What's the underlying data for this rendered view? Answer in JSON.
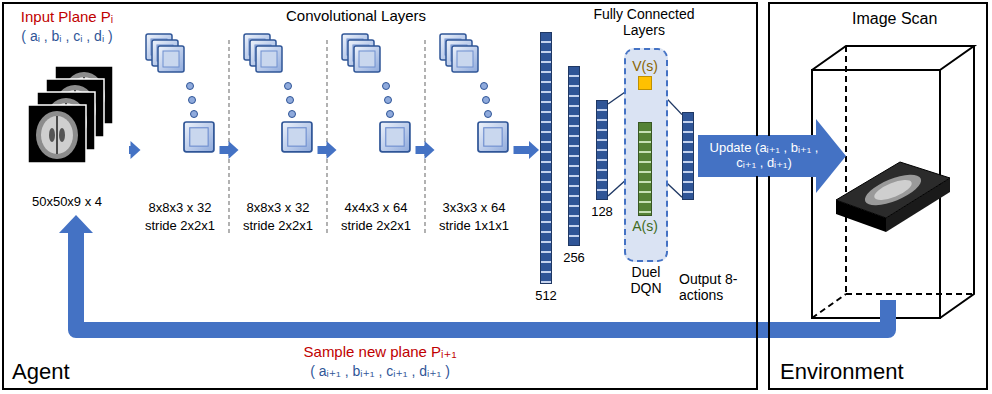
{
  "diagram": {
    "nodes": [
      {
        "text": [
          "Agent"
        ]
      },
      {
        "text": [
          "Input Plane Pᵢ",
          "( aᵢ , bᵢ , cᵢ , dᵢ )",
          "50x50x9 x 4"
        ],
        "in": 0
      },
      {
        "text": [
          "8x8x3 x 32",
          "stride 2x2x1"
        ],
        "in": 0
      },
      {
        "text": [
          "8x8x3 x 32",
          "stride 2x2x1"
        ],
        "in": 0
      },
      {
        "text": [
          "4x4x3 x 64",
          "stride 2x2x1"
        ],
        "in": 0
      },
      {
        "text": [
          "3x3x3 x 64",
          "stride 1x1x1"
        ],
        "in": 0
      },
      {
        "text": [
          "512"
        ],
        "in": 0
      },
      {
        "text": [
          "256"
        ],
        "in": 0
      },
      {
        "text": [
          "128"
        ],
        "in": 0
      },
      {
        "text": [
          "Duel DQN"
        ],
        "in": 0
      },
      {
        "text": [
          "V(s)"
        ],
        "in": 9
      },
      {
        "text": [
          "A(s)"
        ],
        "in": 9
      },
      {
        "text": [
          "Output 8-actions"
        ],
        "in": 0
      },
      {
        "text": [
          "Environment"
        ]
      },
      {
        "text": [
          "Image Scan"
        ],
        "in": 13
      }
    ],
    "edges": [
      {
        "from": 1,
        "to": 2,
        "arrow": "to"
      },
      {
        "from": 2,
        "to": 3,
        "arrow": "to"
      },
      {
        "from": 3,
        "to": 4,
        "arrow": "to"
      },
      {
        "from": 4,
        "to": 5,
        "arrow": "to"
      },
      {
        "from": 5,
        "to": 6,
        "arrow": "to"
      },
      {
        "from": 8,
        "to": 10,
        "arrow": "none"
      },
      {
        "from": 8,
        "to": 11,
        "arrow": "none"
      },
      {
        "from": 10,
        "to": 12,
        "arrow": "none"
      },
      {
        "from": 11,
        "to": 12,
        "arrow": "none"
      },
      {
        "from": 12,
        "to": 14,
        "arrow": "to",
        "label": "Update (aᵢ₊₁ , bᵢ₊₁ , cᵢ₊₁ , dᵢ₊₁)"
      },
      {
        "from": 14,
        "to": 1,
        "arrow": "to"
      }
    ],
    "labels": [
      "Convolutional Layers",
      "Fully Connected Layers",
      "Sample new plane Pᵢ₊₁",
      "( aᵢ₊₁ , bᵢ₊₁ , cᵢ₊₁ , dᵢ₊₁ )"
    ]
  }
}
